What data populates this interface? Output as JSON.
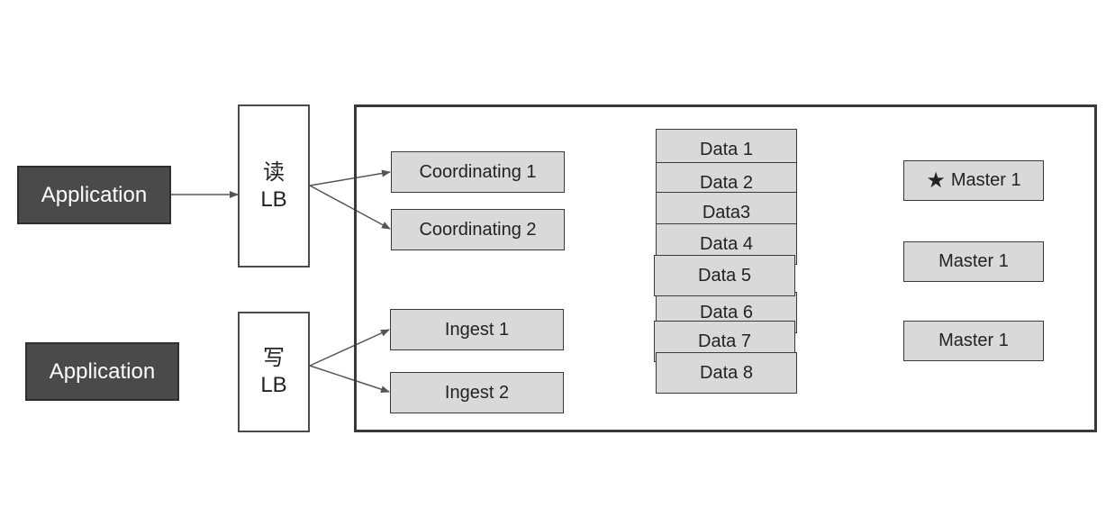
{
  "applications": [
    {
      "label": "Application"
    },
    {
      "label": "Application"
    }
  ],
  "load_balancers": {
    "read": {
      "line1": "读",
      "line2": "LB"
    },
    "write": {
      "line1": "写",
      "line2": "LB"
    }
  },
  "coordinating_nodes": [
    {
      "label": "Coordinating 1"
    },
    {
      "label": "Coordinating 2"
    }
  ],
  "ingest_nodes": [
    {
      "label": "Ingest 1"
    },
    {
      "label": "Ingest 2"
    }
  ],
  "data_nodes": [
    {
      "label": "Data 1"
    },
    {
      "label": "Data 2"
    },
    {
      "label": "Data3"
    },
    {
      "label": "Data 4"
    },
    {
      "label": "Data 5"
    },
    {
      "label": "Data 6"
    },
    {
      "label": "Data 7"
    },
    {
      "label": "Data 8"
    }
  ],
  "master_nodes": [
    {
      "label": "Master 1",
      "icon": "star-icon",
      "glyph": "★"
    },
    {
      "label": "Master 1"
    },
    {
      "label": "Master 1"
    }
  ],
  "colors": {
    "app_fill": "#4a4a4a",
    "node_fill": "#d9d9d9",
    "stroke": "#3a3a3a"
  }
}
